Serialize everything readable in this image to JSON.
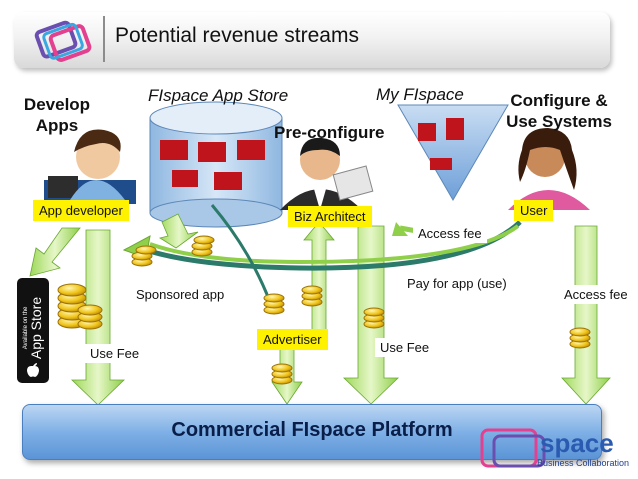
{
  "title": "Potential revenue streams",
  "headings": {
    "develop_apps": "Develop Apps",
    "app_store": "FIspace App Store",
    "my_fispace": "My FIspace",
    "pre_configure": "Pre-configure",
    "configure_use": "Configure & Use Systems"
  },
  "roles": {
    "app_developer": "App developer",
    "biz_architect": "Biz  Architect",
    "user": "User",
    "advertiser": "Advertiser"
  },
  "flows": {
    "access_fee_top": "Access fee",
    "sponsored_app": "Sponsored app",
    "pay_for_app": "Pay for app (use)",
    "access_fee_right": "Access fee",
    "use_fee_left": "Use Fee",
    "use_fee_mid": "Use Fee"
  },
  "platform": "Commercial FIspace Platform",
  "app_store_badge": {
    "small": "Available on the",
    "big": "App Store"
  },
  "brand": {
    "word": "space",
    "tagline": "Business Collaboration"
  }
}
